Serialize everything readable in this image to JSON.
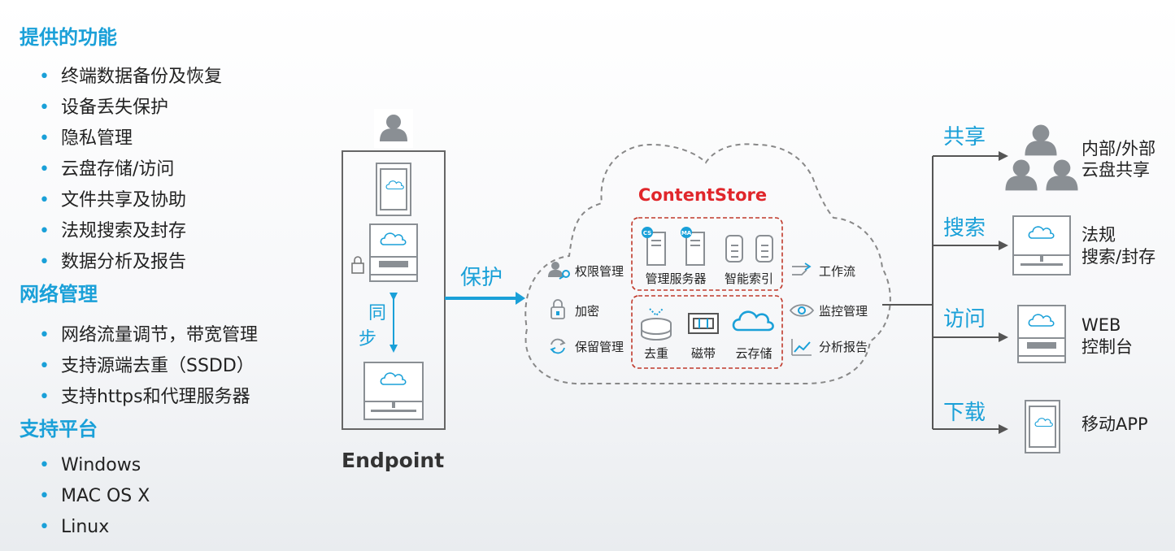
{
  "left_panel": {
    "sections": [
      {
        "title": "提供的功能",
        "items": [
          "终端数据备份及恢复",
          "设备丢失保护",
          "隐私管理",
          "云盘存储/访问",
          "文件共享及协助",
          "法规搜索及封存",
          "数据分析及报告"
        ]
      },
      {
        "title": "网络管理",
        "items": [
          "网络流量调节，带宽管理",
          "支持源端去重（SSDD）",
          "支持https和代理服务器"
        ]
      },
      {
        "title": "支持平台",
        "items": [
          "Windows",
          "MAC OS X",
          "Linux"
        ]
      }
    ],
    "bullet": "•"
  },
  "endpoint": {
    "label": "Endpoint",
    "sync_label_1": "同",
    "sync_label_2": "步"
  },
  "protect_label": "保护",
  "cloud": {
    "title": "ContentStore",
    "left_items": [
      "权限管理",
      "加密",
      "保留管理"
    ],
    "server_labels": [
      "管理服务器",
      "智能索引"
    ],
    "server_badges": [
      "CS",
      "MA"
    ],
    "storage_labels": [
      "去重",
      "磁带",
      "云存储"
    ],
    "right_items": [
      "工作流",
      "监控管理",
      "分析报告"
    ]
  },
  "outputs": [
    {
      "action": "共享",
      "text_1": "内部/外部",
      "text_2": "云盘共享"
    },
    {
      "action": "搜索",
      "text_1": "法规",
      "text_2": "搜索/封存"
    },
    {
      "action": "访问",
      "text_1": "WEB",
      "text_2": "控制台"
    },
    {
      "action": "下载",
      "text_1": "移动APP",
      "text_2": ""
    }
  ],
  "colors": {
    "accent": "#1aa0d8",
    "brand_red": "#e0262b",
    "icon_gray": "#8a8f94"
  }
}
